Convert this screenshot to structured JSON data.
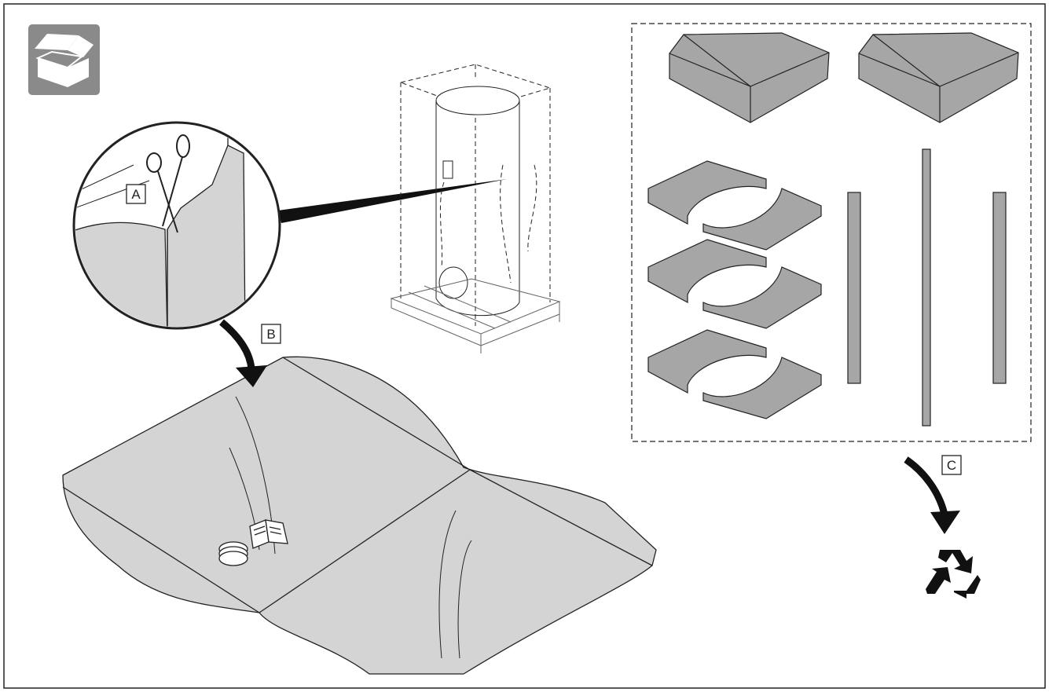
{
  "figure": {
    "callouts": {
      "a": "A",
      "b": "B",
      "c": "C"
    },
    "icons": {
      "unpack": "open-box-icon",
      "recycle": "recycle-icon",
      "tool": "scissors-icon",
      "manual": "open-book-icon",
      "accessory": "cable-bundle-icon"
    },
    "colors": {
      "stroke": "#222222",
      "sheet_fill": "#d4d4d4",
      "part_fill": "#a6a6a6",
      "icon_bg": "#8a8a8a"
    }
  }
}
